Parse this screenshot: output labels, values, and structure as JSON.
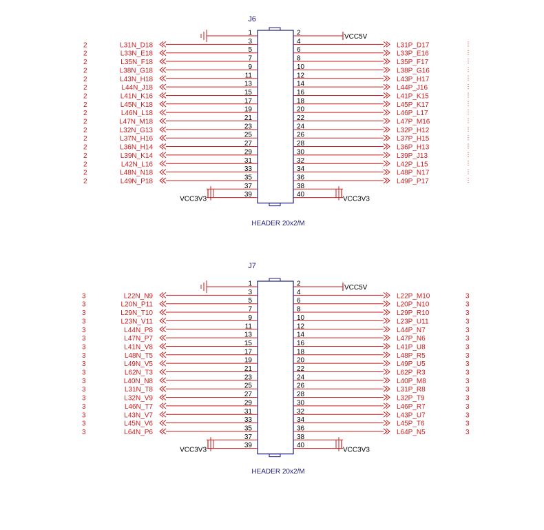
{
  "colors": {
    "wire": "#cc1a1a",
    "body": "#1a1a80",
    "pin_text": "#000000",
    "net_text": "#cc1a1a",
    "ref_text": "#1a1a80",
    "background": "#ffffff"
  },
  "connectors": [
    {
      "ref": "J6",
      "footer": "HEADER 20x2/M",
      "gnd_label": "",
      "vcc5v_label": "VCC5V",
      "vcc3v3_label_left": "VCC3V3",
      "vcc3v3_label_right": "VCC3V3",
      "pins": [
        {
          "odd": "1",
          "even": "2"
        },
        {
          "odd": "3",
          "even": "4"
        },
        {
          "odd": "5",
          "even": "6"
        },
        {
          "odd": "7",
          "even": "8"
        },
        {
          "odd": "9",
          "even": "10"
        },
        {
          "odd": "11",
          "even": "12"
        },
        {
          "odd": "13",
          "even": "14"
        },
        {
          "odd": "15",
          "even": "16"
        },
        {
          "odd": "17",
          "even": "18"
        },
        {
          "odd": "19",
          "even": "20"
        },
        {
          "odd": "21",
          "even": "22"
        },
        {
          "odd": "23",
          "even": "24"
        },
        {
          "odd": "25",
          "even": "26"
        },
        {
          "odd": "27",
          "even": "28"
        },
        {
          "odd": "29",
          "even": "30"
        },
        {
          "odd": "31",
          "even": "32"
        },
        {
          "odd": "33",
          "even": "34"
        },
        {
          "odd": "35",
          "even": "36"
        },
        {
          "odd": "37",
          "even": "38"
        },
        {
          "odd": "39",
          "even": "40"
        }
      ],
      "signals": [
        {
          "left_sheet": "2",
          "left": "L31N_D18",
          "right": "L31P_D17"
        },
        {
          "left_sheet": "2",
          "left": "L33N_E18",
          "right": "L33P_E16"
        },
        {
          "left_sheet": "2",
          "left": "L35N_F18",
          "right": "L35P_F17"
        },
        {
          "left_sheet": "2",
          "left": "L38N_G18",
          "right": "L38P_G16"
        },
        {
          "left_sheet": "2",
          "left": "L43N_H18",
          "right": "L43P_H17"
        },
        {
          "left_sheet": "2",
          "left": "L44N_J18",
          "right": "L44P_J16"
        },
        {
          "left_sheet": "2",
          "left": "L41N_K16",
          "right": "L41P_K15"
        },
        {
          "left_sheet": "2",
          "left": "L45N_K18",
          "right": "L45P_K17"
        },
        {
          "left_sheet": "2",
          "left": "L46N_L18",
          "right": "L46P_L17"
        },
        {
          "left_sheet": "2",
          "left": "L47N_M18",
          "right": "L47P_M16"
        },
        {
          "left_sheet": "2",
          "left": "L32N_G13",
          "right": "L32P_H12"
        },
        {
          "left_sheet": "2",
          "left": "L37N_H16",
          "right": "L37P_H15"
        },
        {
          "left_sheet": "2",
          "left": "L36N_H14",
          "right": "L36P_H13"
        },
        {
          "left_sheet": "2",
          "left": "L39N_K14",
          "right": "L39P_J13"
        },
        {
          "left_sheet": "2",
          "left": "L42N_L16",
          "right": "L42P_L15"
        },
        {
          "left_sheet": "2",
          "left": "L48N_N18",
          "right": "L48P_N17"
        },
        {
          "left_sheet": "2",
          "left": "L49N_P18",
          "right": "L49P_P17"
        }
      ]
    },
    {
      "ref": "J7",
      "footer": "HEADER 20x2/M",
      "gnd_label": "",
      "vcc5v_label": "VCC5V",
      "vcc3v3_label_left": "VCC3V3",
      "vcc3v3_label_right": "VCC3V3",
      "pins": [
        {
          "odd": "1",
          "even": "2"
        },
        {
          "odd": "3",
          "even": "4"
        },
        {
          "odd": "5",
          "even": "6"
        },
        {
          "odd": "7",
          "even": "8"
        },
        {
          "odd": "9",
          "even": "10"
        },
        {
          "odd": "11",
          "even": "12"
        },
        {
          "odd": "13",
          "even": "14"
        },
        {
          "odd": "15",
          "even": "16"
        },
        {
          "odd": "17",
          "even": "18"
        },
        {
          "odd": "19",
          "even": "20"
        },
        {
          "odd": "21",
          "even": "22"
        },
        {
          "odd": "23",
          "even": "24"
        },
        {
          "odd": "25",
          "even": "26"
        },
        {
          "odd": "27",
          "even": "28"
        },
        {
          "odd": "29",
          "even": "30"
        },
        {
          "odd": "31",
          "even": "32"
        },
        {
          "odd": "33",
          "even": "34"
        },
        {
          "odd": "35",
          "even": "36"
        },
        {
          "odd": "37",
          "even": "38"
        },
        {
          "odd": "39",
          "even": "40"
        }
      ],
      "signals": [
        {
          "left_sheet": "3",
          "left": "L22N_N9",
          "right": "L22P_M10",
          "right_sheet": "3"
        },
        {
          "left_sheet": "3",
          "left": "L20N_P11",
          "right": "L20P_N10",
          "right_sheet": "3"
        },
        {
          "left_sheet": "3",
          "left": "L29N_T10",
          "right": "L29P_R10",
          "right_sheet": "3"
        },
        {
          "left_sheet": "3",
          "left": "L23N_V11",
          "right": "L23P_U11",
          "right_sheet": "3"
        },
        {
          "left_sheet": "3",
          "left": "L44N_P8",
          "right": "L44P_N7",
          "right_sheet": "3"
        },
        {
          "left_sheet": "3",
          "left": "L47N_P7",
          "right": "L47P_N6",
          "right_sheet": "3"
        },
        {
          "left_sheet": "3",
          "left": "L41N_V8",
          "right": "L41P_U8",
          "right_sheet": "3"
        },
        {
          "left_sheet": "3",
          "left": "L48N_T5",
          "right": "L48P_R5",
          "right_sheet": "3"
        },
        {
          "left_sheet": "3",
          "left": "L49N_V5",
          "right": "L49P_U5",
          "right_sheet": "3"
        },
        {
          "left_sheet": "3",
          "left": "L62N_T3",
          "right": "L62P_R3",
          "right_sheet": "3"
        },
        {
          "left_sheet": "3",
          "left": "L40N_N8",
          "right": "L40P_M8",
          "right_sheet": "3"
        },
        {
          "left_sheet": "3",
          "left": "L31N_T8",
          "right": "L31P_R8",
          "right_sheet": "3"
        },
        {
          "left_sheet": "3",
          "left": "L32N_V9",
          "right": "L32P_T9",
          "right_sheet": "3"
        },
        {
          "left_sheet": "3",
          "left": "L46N_T7",
          "right": "L46P_R7",
          "right_sheet": "3"
        },
        {
          "left_sheet": "3",
          "left": "L43N_V7",
          "right": "L43P_U7",
          "right_sheet": "3"
        },
        {
          "left_sheet": "3",
          "left": "L45N_V6",
          "right": "L45P_T6",
          "right_sheet": "3"
        },
        {
          "left_sheet": "3",
          "left": "L64N_P6",
          "right": "L64P_N5",
          "right_sheet": "3"
        }
      ]
    }
  ]
}
